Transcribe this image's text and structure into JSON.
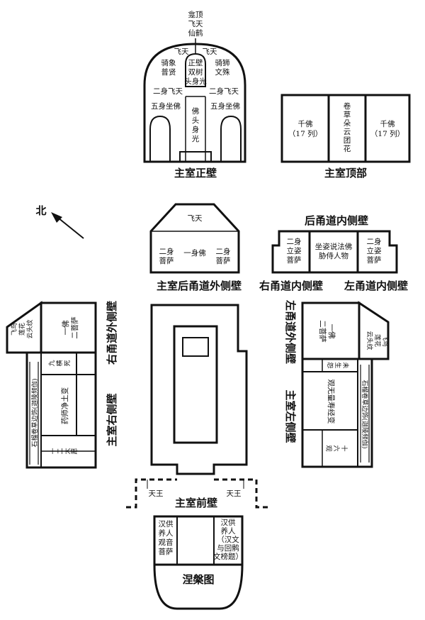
{
  "main_west_wall": {
    "caption": "主室正壁",
    "top_text": [
      "龛顶",
      "飞天",
      "仙鹤"
    ],
    "flying_left": "飞天",
    "flying_right": "飞天",
    "elephant": [
      "骑象",
      "普贤"
    ],
    "lion": [
      "骑狮",
      "文殊"
    ],
    "niche": [
      "正壁",
      "双树",
      "头身光"
    ],
    "two_fly_left": "二身飞天",
    "two_fly_right": "二身飞天",
    "five_left": "五身坐佛",
    "five_right": "五身坐佛",
    "center_buddha": [
      "佛",
      "头",
      "身",
      "光"
    ]
  },
  "ceiling": {
    "caption": "主室顶部",
    "left": [
      "千佛",
      "（17 列）"
    ],
    "center": [
      "卷",
      "草",
      "朵",
      "云",
      "团",
      "花"
    ],
    "right": [
      "千佛",
      "（17 列）"
    ]
  },
  "north_label": "北",
  "back_passage_outer": {
    "caption": "主室后甬道外侧壁",
    "top": "飞天",
    "left": [
      "二身",
      "菩萨"
    ],
    "center": "一身佛",
    "right": [
      "二身",
      "菩萨"
    ]
  },
  "back_passage_inner": {
    "caption": "后甬道内侧壁",
    "left": [
      "二身",
      "立姿",
      "菩萨"
    ],
    "center": [
      "坐姿说法佛",
      "胁侍人物"
    ],
    "right": [
      "二身",
      "立姿",
      "菩萨"
    ],
    "right_caption": "右甬道内侧壁",
    "left_caption": "左甬道内侧壁"
  },
  "right_wall": {
    "outer_caption": "右甬道外侧壁",
    "wall_caption": "主室右侧壁",
    "corner": [
      "飞鸟",
      "莲花",
      "云头纹"
    ],
    "buddha": [
      "一佛",
      "二菩萨"
    ],
    "nine": [
      "九",
      "横",
      "死"
    ],
    "border": "石榴卷草边饰(迦陵频伽)",
    "paradise": "药师净土变",
    "twelve": [
      "十",
      "二",
      "大",
      "愿"
    ]
  },
  "left_wall": {
    "outer_caption": "左甬道外侧壁",
    "wall_caption": "主室左侧壁",
    "corner": [
      "飞鸟",
      "莲花",
      "云头纹"
    ],
    "buddha": [
      "一佛",
      "二菩萨"
    ],
    "weisheng": [
      "未",
      "生",
      "怨"
    ],
    "border": "石榴卷草边饰(迦陵频伽)",
    "paradise": "观无量寿经变",
    "sixteen": [
      "十",
      "六",
      "观"
    ]
  },
  "front_wall": {
    "caption": "主室前壁",
    "king_left": "天王",
    "king_right": "天王",
    "left": [
      "汉供",
      "养人",
      "观音",
      "菩萨"
    ],
    "right": [
      "汉供",
      "养人",
      "（汉文",
      "与回鹘",
      "文榜题）"
    ],
    "bottom": "涅槃图"
  }
}
